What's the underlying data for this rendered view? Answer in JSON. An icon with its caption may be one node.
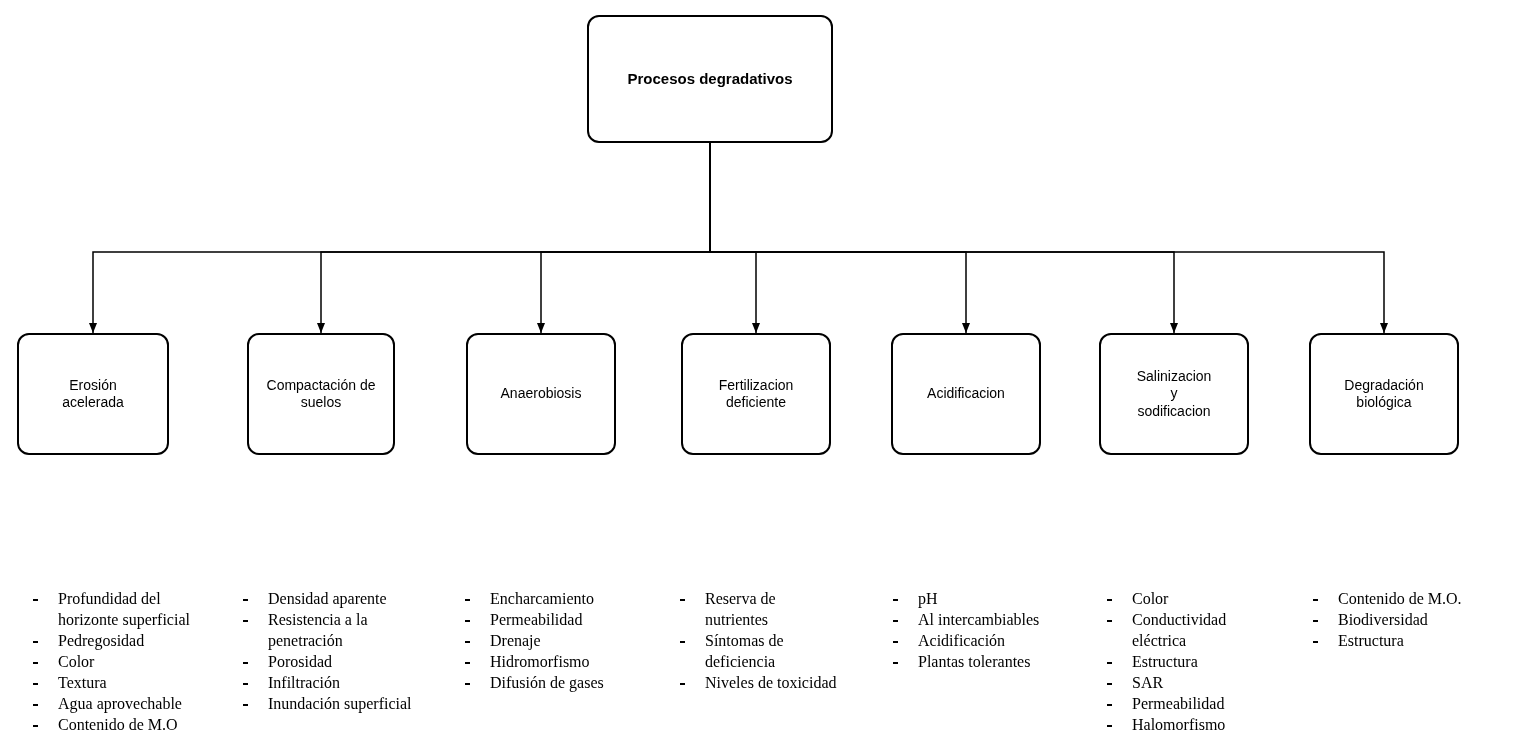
{
  "diagram": {
    "nodes": [
      {
        "text": [
          "Procesos degradativos"
        ]
      },
      {
        "text": [
          "Erosión acelerada"
        ]
      },
      {
        "text": [
          "Compactación de suelos"
        ]
      },
      {
        "text": [
          "Anaerobiosis"
        ]
      },
      {
        "text": [
          "Fertilizacion deficiente"
        ]
      },
      {
        "text": [
          "Acidificacion"
        ]
      },
      {
        "text": [
          "Salinizacion y sodificacion"
        ]
      },
      {
        "text": [
          "Degradación biológica"
        ]
      }
    ],
    "edges": [
      {
        "from": 0,
        "to": 1,
        "arrow": "to"
      },
      {
        "from": 0,
        "to": 2,
        "arrow": "to"
      },
      {
        "from": 0,
        "to": 3,
        "arrow": "to"
      },
      {
        "from": 0,
        "to": 4,
        "arrow": "to"
      },
      {
        "from": 0,
        "to": 5,
        "arrow": "to"
      },
      {
        "from": 0,
        "to": 6,
        "arrow": "to"
      },
      {
        "from": 0,
        "to": 7,
        "arrow": "to"
      }
    ],
    "labels": [
      "Profundidad del horizonte superficial",
      "Pedregosidad",
      "Color",
      "Textura",
      "Agua aprovechable",
      "Contenido de M.O",
      "Densidad aparente",
      "Resistencia a la penetración",
      "Porosidad",
      "Infiltración",
      "Inundación superficial",
      "Encharcamiento",
      "Permeabilidad",
      "Drenaje",
      "Hidromorfismo",
      "Difusión de gases",
      "Reserva de nutrientes",
      "Síntomas de deficiencia",
      "Niveles de toxicidad",
      "pH",
      "Al intercambiables",
      "Acidificación",
      "Plantas tolerantes",
      "Color",
      "Conductividad eléctrica",
      "Estructura",
      "SAR",
      "Permeabilidad",
      "Halomorfismo",
      "Contenido de M.O.",
      "Biodiversidad",
      "Estructura"
    ]
  }
}
